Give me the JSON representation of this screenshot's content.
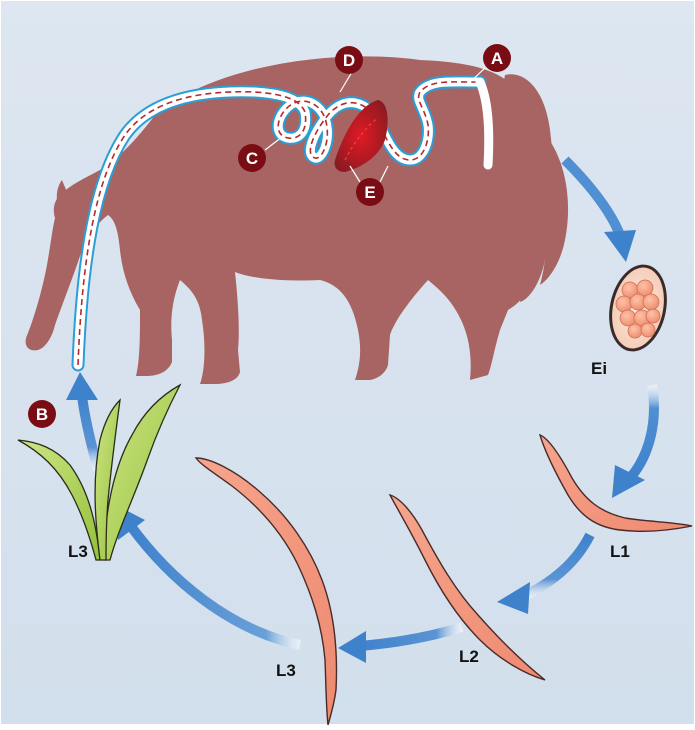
{
  "markers": {
    "a": "A",
    "b": "B",
    "c": "C",
    "d": "D",
    "e": "E"
  },
  "stages": {
    "egg": "Ei",
    "l1": "L1",
    "l2": "L2",
    "l3_ground": "L3",
    "l3_plant": "L3"
  },
  "colors": {
    "background": "#d8e3ef",
    "horse": "#a86463",
    "arrow": "#4f8fd2",
    "larva": "#f2977e",
    "marker": "#7a0d14",
    "grass": "#a7cf4b"
  }
}
